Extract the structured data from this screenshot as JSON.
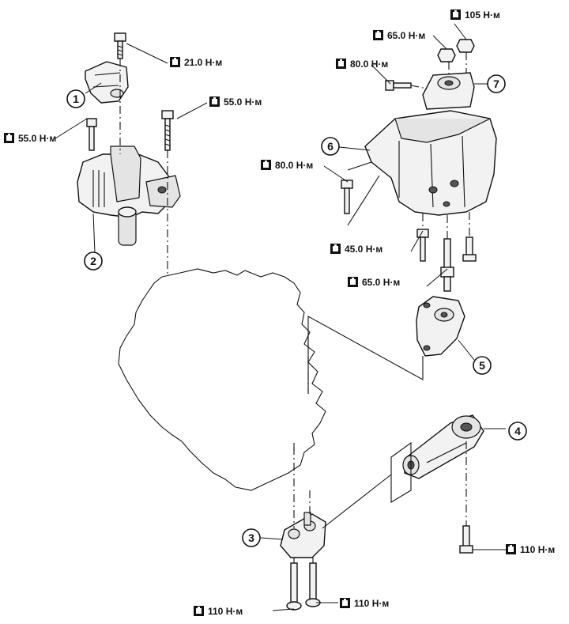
{
  "torque_labels": [
    {
      "text": "21.0 Н·м"
    },
    {
      "text": "55.0 Н·м"
    },
    {
      "text": "55.0 Н·м"
    },
    {
      "text": "105 Н·м"
    },
    {
      "text": "65.0 Н·м"
    },
    {
      "text": "80.0 Н·м"
    },
    {
      "text": "80.0 Н·м"
    },
    {
      "text": "45.0 Н·м"
    },
    {
      "text": "65.0 Н·м"
    },
    {
      "text": "110 Н·м"
    },
    {
      "text": "110 Н·м"
    },
    {
      "text": "110 Н·м"
    }
  ],
  "callouts": [
    {
      "text": "1"
    },
    {
      "text": "2"
    },
    {
      "text": "3"
    },
    {
      "text": "4"
    },
    {
      "text": "5"
    },
    {
      "text": "6"
    },
    {
      "text": "7"
    }
  ]
}
